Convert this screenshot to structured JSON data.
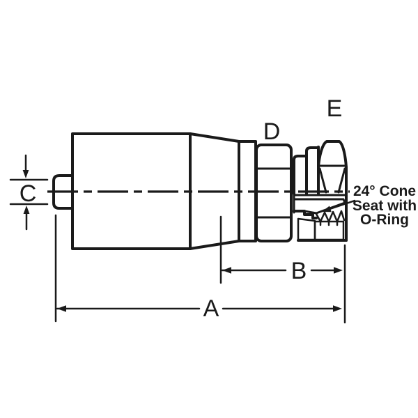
{
  "colors": {
    "line": "#1a1a1a",
    "background": "#ffffff"
  },
  "labels": {
    "a": "A",
    "b": "B",
    "c": "C",
    "d": "D",
    "e": "E"
  },
  "annotation": {
    "line1": "24° Cone",
    "line2": "Seat with",
    "line3": "O-Ring"
  }
}
